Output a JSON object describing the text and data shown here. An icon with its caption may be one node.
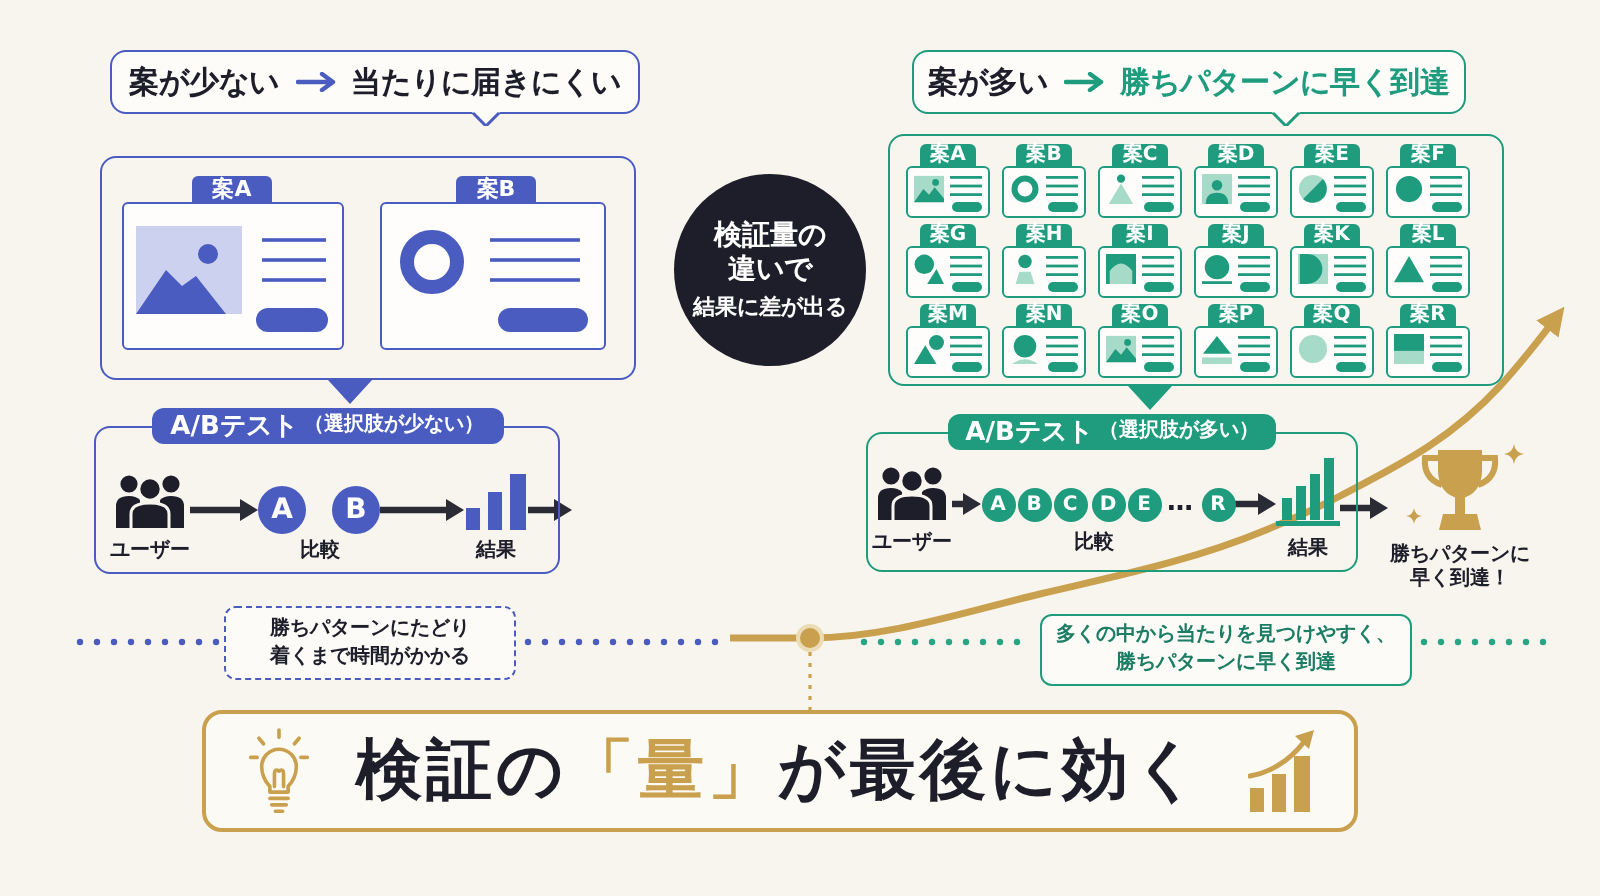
{
  "diagram": {
    "nodes": [
      {
        "text": [
          "案が少ない",
          "当たりに届きにくい"
        ]
      },
      {
        "text": [],
        "shape": "box"
      },
      {
        "text": [
          "案A"
        ],
        "in": 1
      },
      {
        "text": [
          "案B"
        ],
        "in": 1
      },
      {
        "text": [
          "検証量の違いで",
          "結果に差が出る"
        ]
      },
      {
        "text": [
          "案が多い",
          "勝ちパターンに早く到達"
        ]
      },
      {
        "text": [],
        "shape": "box"
      },
      {
        "text": [
          "案A"
        ],
        "in": 6
      },
      {
        "text": [
          "案B"
        ],
        "in": 6
      },
      {
        "text": [
          "案C"
        ],
        "in": 6
      },
      {
        "text": [
          "案D"
        ],
        "in": 6
      },
      {
        "text": [
          "案E"
        ],
        "in": 6
      },
      {
        "text": [
          "案F"
        ],
        "in": 6
      },
      {
        "text": [
          "案G"
        ],
        "in": 6
      },
      {
        "text": [
          "案H"
        ],
        "in": 6
      },
      {
        "text": [
          "案I"
        ],
        "in": 6
      },
      {
        "text": [
          "案J"
        ],
        "in": 6
      },
      {
        "text": [
          "案K"
        ],
        "in": 6
      },
      {
        "text": [
          "案L"
        ],
        "in": 6
      },
      {
        "text": [
          "案M"
        ],
        "in": 6
      },
      {
        "text": [
          "案N"
        ],
        "in": 6
      },
      {
        "text": [
          "案O"
        ],
        "in": 6
      },
      {
        "text": [
          "案P"
        ],
        "in": 6
      },
      {
        "text": [
          "案Q"
        ],
        "in": 6
      },
      {
        "text": [
          "案R"
        ],
        "in": 6
      },
      {
        "text": [
          "A/Bテスト",
          "（選択肢が少ない）"
        ]
      },
      {
        "text": [
          "ユーザー"
        ],
        "in": 25
      },
      {
        "text": [
          "A"
        ],
        "in": 25
      },
      {
        "text": [
          "B"
        ],
        "in": 25
      },
      {
        "text": [
          "結果"
        ],
        "in": 25
      },
      {
        "text": [
          "A/Bテスト",
          "（選択肢が多い）"
        ]
      },
      {
        "text": [
          "ユーザー"
        ],
        "in": 30
      },
      {
        "text": [
          "A"
        ],
        "in": 30
      },
      {
        "text": [
          "B"
        ],
        "in": 30
      },
      {
        "text": [
          "C"
        ],
        "in": 30
      },
      {
        "text": [
          "D"
        ],
        "in": 30
      },
      {
        "text": [
          "E"
        ],
        "in": 30
      },
      {
        "text": [
          "R"
        ],
        "in": 30
      },
      {
        "text": [
          "結果"
        ],
        "in": 30
      },
      {
        "text": [
          "勝ちパターンに早く到達！"
        ]
      },
      {
        "text": [
          "勝ちパターンにたどり着くまで時間がかかる"
        ]
      },
      {
        "text": [],
        "shape": "circle"
      },
      {
        "text": [
          "多くの中から当たりを見つけやすく、勝ちパターンに早く到達"
        ]
      },
      {
        "text": [
          "検証の",
          "「量」",
          "が最後に効く"
        ]
      }
    ],
    "edges": [
      {
        "from": 1,
        "to": 25,
        "arrow": "to",
        "color": "#4a5cc0"
      },
      {
        "from": 6,
        "to": 30,
        "arrow": "to",
        "color": "#1f9c7d"
      },
      {
        "from": 26,
        "to": 27,
        "arrow": "to"
      },
      {
        "from": 28,
        "to": 29,
        "arrow": "to"
      },
      {
        "from": 29,
        "to": null,
        "arrow": "to"
      },
      {
        "from": 31,
        "to": 32,
        "arrow": "to"
      },
      {
        "from": 37,
        "to": 38,
        "arrow": "to"
      },
      {
        "from": 38,
        "to": 39,
        "arrow": "to"
      },
      {
        "from": 41,
        "to": 43,
        "arrow": "none",
        "style": "dashed",
        "color": "#c9a04e"
      }
    ],
    "labels": [
      "比較",
      "…",
      "比較"
    ]
  }
}
